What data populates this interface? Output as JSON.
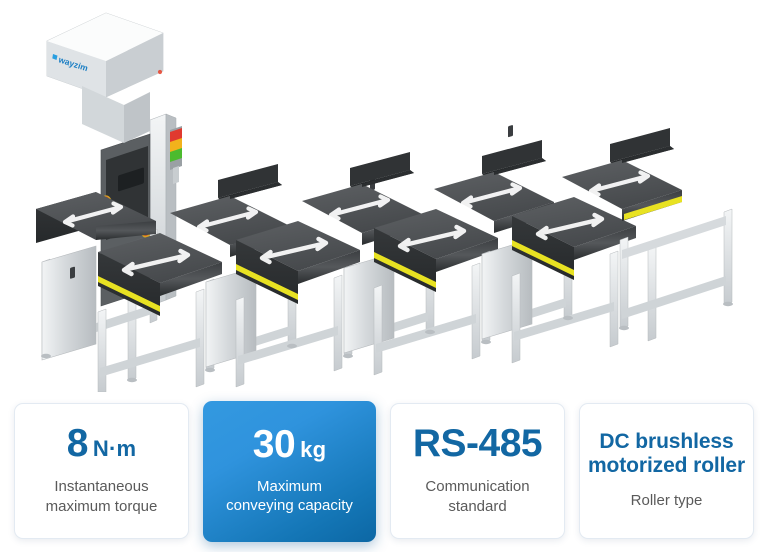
{
  "product": {
    "brand_logo_text": "wayzim",
    "alt": "Multi-level cross-belt sorter with overhead scanning tower and five bidirectional belt conveyor modules",
    "tower": {
      "name": "scanner-tower",
      "stack_light_colors": [
        "#e03a2f",
        "#f2b21c",
        "#4cbb2e"
      ],
      "emergency_button_color": "#cf3a24",
      "panel_color": "#3a3d40"
    },
    "conveyor": {
      "belt_color": "#4f5255",
      "side_panel_color": "#2e3133",
      "safety_strip_color": "#e8e222",
      "frame_color": "#d9dde0",
      "arrow_color": "#ffffff",
      "module_count": 5,
      "arrow_direction": "bidirectional"
    }
  },
  "specs": {
    "cards": [
      {
        "id": "instantaneous-maximum-torque",
        "value": "8",
        "unit": "N·m",
        "label": "Instantaneous\nmaximum torque",
        "label_line1": "Instantaneous",
        "label_line2": "maximum torque",
        "highlighted": false,
        "value_color": "#1267a3"
      },
      {
        "id": "maximum-conveying-capacity",
        "value": "30",
        "unit": "kg",
        "label": "Maximum\nconveying capacity",
        "label_line1": "Maximum",
        "label_line2": "conveying capacity",
        "highlighted": true,
        "value_color": "#ffffff",
        "background_from": "#3399e0",
        "background_to": "#0c67a4"
      },
      {
        "id": "communication-standard",
        "value": "RS-485",
        "unit": "",
        "label": "Communication\nstandard",
        "label_line1": "Communication",
        "label_line2": "standard",
        "highlighted": false,
        "value_color": "#1267a3"
      },
      {
        "id": "roller-type",
        "value": "DC brushless motorized roller",
        "unit": "",
        "label": "Roller type",
        "label_line1": "Roller type",
        "label_line2": "",
        "highlighted": false,
        "value_color": "#1267a3"
      }
    ]
  }
}
